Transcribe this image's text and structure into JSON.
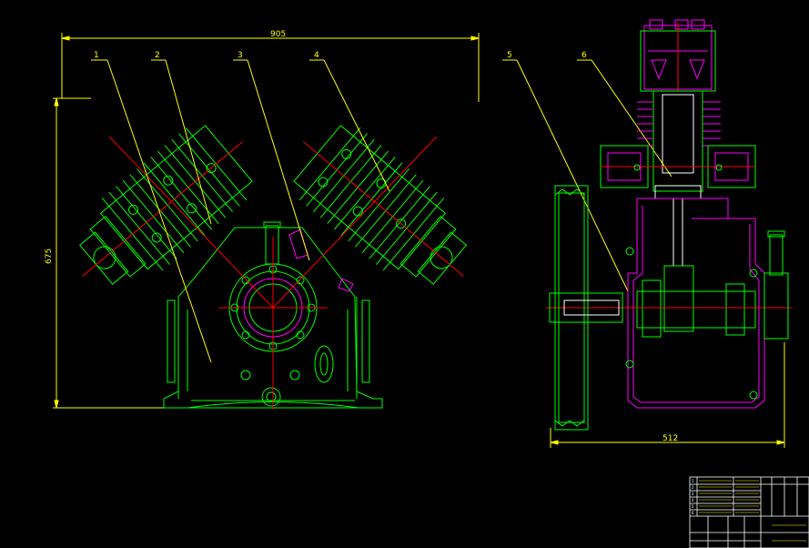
{
  "dimensions": {
    "width_top": "905",
    "height_left": "675",
    "width_bottom": "512"
  },
  "part_labels": [
    "1",
    "2",
    "3",
    "4",
    "5",
    "6"
  ],
  "title_block": {
    "rows": [
      "1",
      "2",
      "3",
      "4",
      "5",
      "6"
    ]
  },
  "colors": {
    "background": "#000000",
    "body": "#00ff00",
    "section": "#ff00ff",
    "centerline": "#ff0000",
    "dimension": "#ffff00",
    "frame": "#ffffff",
    "leader": "#ffff00"
  }
}
